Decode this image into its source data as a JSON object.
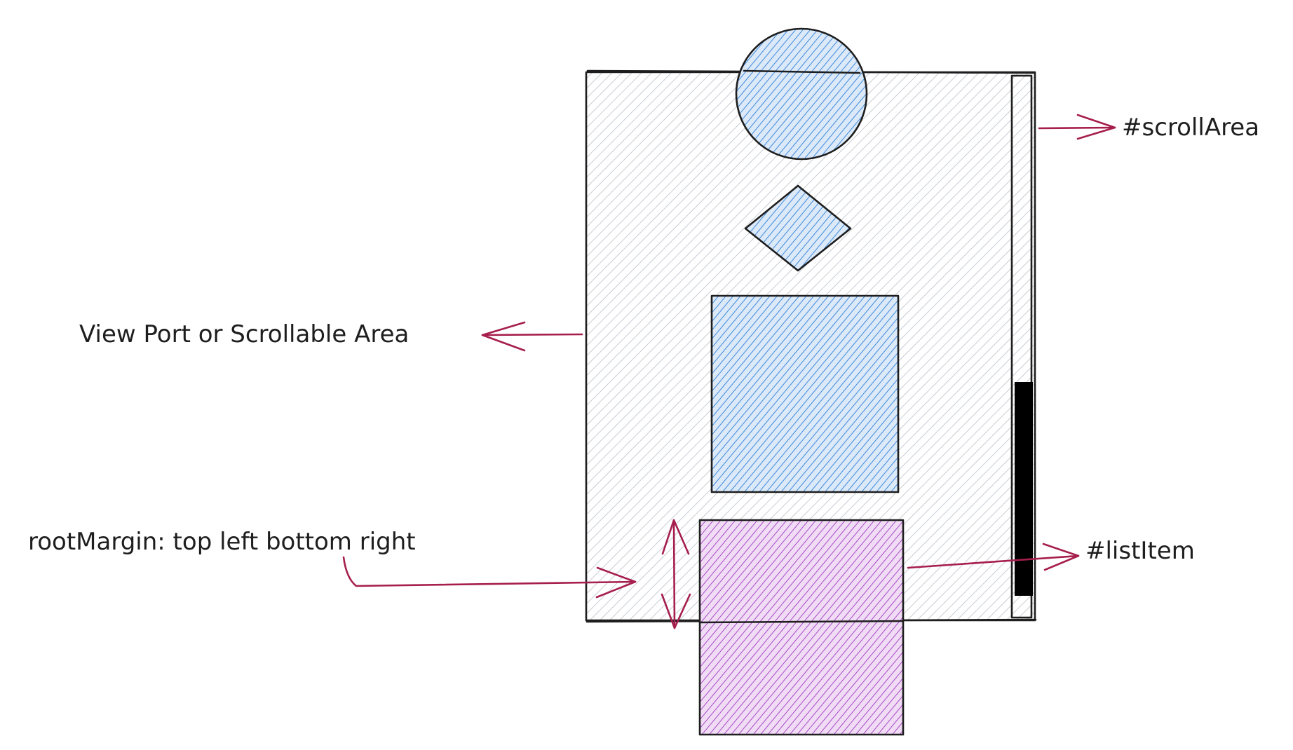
{
  "labels": {
    "scroll_area": "#scrollArea",
    "viewport": "View Port or Scrollable Area",
    "root_margin": "rootMargin: top left bottom right",
    "list_item": "#listItem"
  },
  "colors": {
    "viewport_hatch": "#c8ccd2",
    "shape_blue_hatch": "#2f7fd8",
    "shape_blue_fill": "#dbe9f8",
    "list_item_hatch": "#a23ac0",
    "list_item_fill": "#f0dcf5",
    "arrow": "#a61e4d",
    "outline": "#1e1e1e",
    "scrollbar_thumb": "#000000"
  }
}
